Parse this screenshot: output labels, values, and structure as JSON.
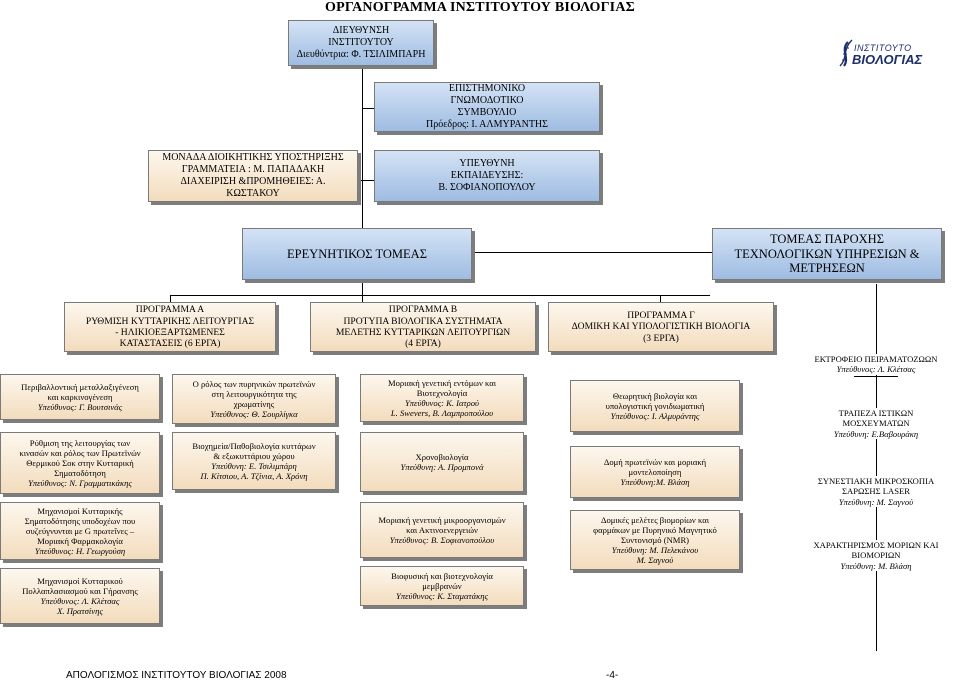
{
  "title": "ΟΡΓΑΝΟΓΡΑΜΜΑ ΙΝΣΤΙΤΟΥΤΟΥ ΒΙΟΛΟΓΙΑΣ",
  "logo": {
    "line1": "ΙΝΣΤΙΤΟΥΤΟ",
    "line2": "ΒΙΟΛΟΓΙΑΣ"
  },
  "direction": [
    "ΔΙΕΥΘΥΝΣΗ",
    "ΙΝΣΤΙΤΟΥΤΟΥ",
    "Διευθύντρια: Φ. ΤΣΙΛΙΜΠΑΡΗ"
  ],
  "council": [
    "ΕΠΙΣΤΗΜΟΝΙΚΟ",
    "ΓΝΩΜΟΔΟΤΙΚΟ",
    "ΣΥΜΒΟΥΛΙΟ",
    "Πρόεδρος: Ι. ΑΛΜΥΡΑΝΤΗΣ"
  ],
  "admin": [
    "ΜΟΝΑΔΑ ΔΙΟΙΚΗΤΙΚΗΣ ΥΠΟΣΤΗΡΙΞΗΣ",
    "ΓΡΑΜΜΑΤΕΙΑ : Μ. ΠΑΠΑΔΑΚΗ",
    "ΔΙΑΧΕΙΡΙΣΗ &ΠΡΟΜΗΘΕΙΕΣ: Α.",
    "ΚΩΣΤΑΚΟΥ"
  ],
  "training": [
    "ΥΠΕΥΘΥΝΗ",
    "ΕΚΠΑΙΔΕΥΣΗΣ:",
    "Β. ΣΟΦΙΑΝΟΠΟΥΛΟΥ"
  ],
  "research_sector": "ΕΡΕΥΝΗΤΙΚΟΣ ΤΟΜΕΑΣ",
  "services_sector": [
    "ΤΟΜΕΑΣ ΠΑΡΟΧΗΣ",
    "ΤΕΧΝΟΛΟΓΙΚΩΝ ΥΠΗΡΕΣΙΩΝ  &",
    "ΜΕΤΡΗΣΕΩΝ"
  ],
  "programs": [
    [
      "ΠΡΟΓΡΑΜΜΑ Α",
      "ΡΥΘΜΙΣΗ ΚΥΤΤΑΡΙΚΗΣ ΛΕΙΤΟΥΡΓΙΑΣ",
      "- ΗΛΙΚΙΟΕΞΑΡΤΩΜΕΝΕΣ",
      "ΚΑΤΑΣΤΑΣΕΙΣ (6 ΕΡΓΑ)"
    ],
    [
      "ΠΡΟΓΡΑΜΜΑ Β",
      "ΠΡΟΤΥΠΑ ΒΙΟΛΟΓΙΚΑ ΣΥΣΤΗΜΑΤΑ",
      "ΜΕΛΕΤΗΣ ΚΥΤΤΑΡΙΚΩΝ ΛΕΙΤΟΥΡΓΙΩΝ",
      "(4 ΕΡΓΑ)"
    ],
    [
      "ΠΡΟΓΡΑΜΜΑ Γ",
      "ΔΟΜΙΚΗ ΚΑΙ ΥΠΟΛΟΓΙΣΤΙΚΗ ΒΙΟΛΟΓΙΑ",
      "(3 ΕΡΓΑ)"
    ]
  ],
  "animal_facility": {
    "title": "ΕΚΤΡΟΦΕΙΟ ΠΕΙΡΑΜΑΤΟΖΩΩΝ",
    "head": "Υπεύθυνος: Λ. Κλέτσας"
  },
  "col_a": [
    {
      "lines": [
        "Περιβαλλοντική μεταλλαξιγένεση",
        "και καρκινογένεση"
      ],
      "head": "Υπεύθυνος: Γ. Βουτσινάς"
    },
    {
      "lines": [
        "Ρύθμιση της λειτουργίας των",
        "κινασών και ρόλος των Πρωτεϊνών",
        "Θερμικού Σοκ στην Κυτταρική",
        "Σηματοδότηση"
      ],
      "head": "Υπεύθυνος: Ν. Γραμματικάκης"
    },
    {
      "lines": [
        "Μηχανισμοί Κυτταρικής",
        "Σηματοδότησης υποδοχέων που",
        "συζεύγνυνται με G πρωτεΐνες –",
        "Μοριακή Φαρμακολογία"
      ],
      "head": "Υπεύθυνος: Η. Γεωργούση"
    },
    {
      "lines": [
        "Μηχανισμοί Κυτταρικού",
        "Πολλαπλασιασμού  και Γήρανσης"
      ],
      "head": "Υπεύθυνος: Λ. Κλέτσας",
      "extra": "Χ. Πρατσίνης"
    }
  ],
  "col_b": [
    {
      "lines": [
        "Ο ρόλος των πυρηνικών πρωτεϊνών",
        "στη λειτουργικότητα της",
        "χρωματίνης"
      ],
      "head": "Υπεύθυνος: Θ. Σουρλίγκα"
    },
    {
      "lines": [
        "Βιοχημεία/Παθοβιολογία  κυττάρων",
        "& εξωκυττάριου χώρου"
      ],
      "head": "Υπεύθυνη: Ε. Τσιλιμπάρη",
      "extra": "Π. Κίτσιου, Α. Τζίνια, Α. Χρόνη"
    }
  ],
  "col_c": [
    {
      "lines": [
        "Μοριακή γενετική εντόμων και",
        "Βιοτεχνολογία"
      ],
      "head": "Υπεύθυνος: Κ. Ιατρού",
      "extra": "L. Swevers, Β. Λαμπροπούλου"
    },
    {
      "lines": [
        "Χρονοβιολογία"
      ],
      "head": "Υπεύθυνη: Α. Προμπονά"
    },
    {
      "lines": [
        "Μοριακή γενετική μικροοργανισμών",
        "και Ακτινοενεργειών"
      ],
      "head": "Υπεύθυνος: Β. Σοφιανοπούλου"
    },
    {
      "lines": [
        "Βιοφυσική και βιοτεχνολογία",
        "μεμβρανών"
      ],
      "head": "Υπεύθυνος: Κ. Σταματάκης"
    }
  ],
  "col_d": [
    {
      "lines": [
        "Θεωρητική βιολογία και",
        "υπολογιστική γονιδιωματική"
      ],
      "head": "Υπεύθυνος: Ι. Αλμυράντης"
    },
    {
      "lines": [
        "Δομή πρωτεϊνών  και μοριακή",
        "μοντελοποίηση"
      ],
      "head": "Υπεύθυνη:Μ. Βλάση"
    },
    {
      "lines": [
        "Δομικές μελέτες βιομορίων και",
        "φαρμάκων με Πυρηνικό Μαγνητικό",
        "Συντονισμό (NMR)"
      ],
      "head": "Υπεύθυνη: Μ. Πελεκάνου",
      "extra": "Μ. Σαγνού"
    }
  ],
  "services": [
    {
      "lines": [
        "ΤΡΑΠΕΖΑ ΙΣΤΙΚΩΝ",
        "ΜΟΣΧΕΥΜΑΤΩΝ"
      ],
      "head": "Υπεύθυνη: Ε.Βαβουράκη"
    },
    {
      "lines": [
        "ΣΥΝΕΣΤΙΑΚΗ ΜΙΚΡΟΣΚΟΠΙΑ",
        "ΣΑΡΩΣΗΣ LASER"
      ],
      "head": "Υπεύθυνη: Μ. Σαγνού"
    },
    {
      "lines": [
        "ΧΑΡΑΚΤΗΡΙΣΜΟΣ ΜΟΡΙΩΝ ΚΑΙ",
        "ΒΙΟΜΟΡΙΩΝ"
      ],
      "head": "Υπεύθυνη: Μ. Βλάση"
    }
  ],
  "footer": {
    "left": "ΑΠΟΛΟΓΙΣΜΟΣ ΙΝΣΤΙΤΟΥΤΟΥ ΒΙΟΛΟΓΙΑΣ 2008",
    "page": "-4-"
  }
}
